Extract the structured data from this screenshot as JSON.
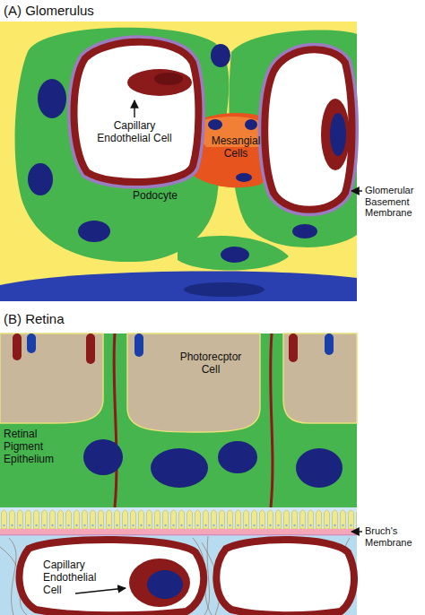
{
  "diagram": {
    "labels": [
      "(A) Glomerulus",
      "Capillary Endothelial Cell",
      "Mesangial Cells",
      "Glomerular Basement Membrane",
      "Podocyte",
      "(B) Retina",
      "Photorecptor Cell",
      "Retinal Pigment Epithelium",
      "Bruch's Membrane",
      "Capillary Endothelial Cell"
    ]
  }
}
